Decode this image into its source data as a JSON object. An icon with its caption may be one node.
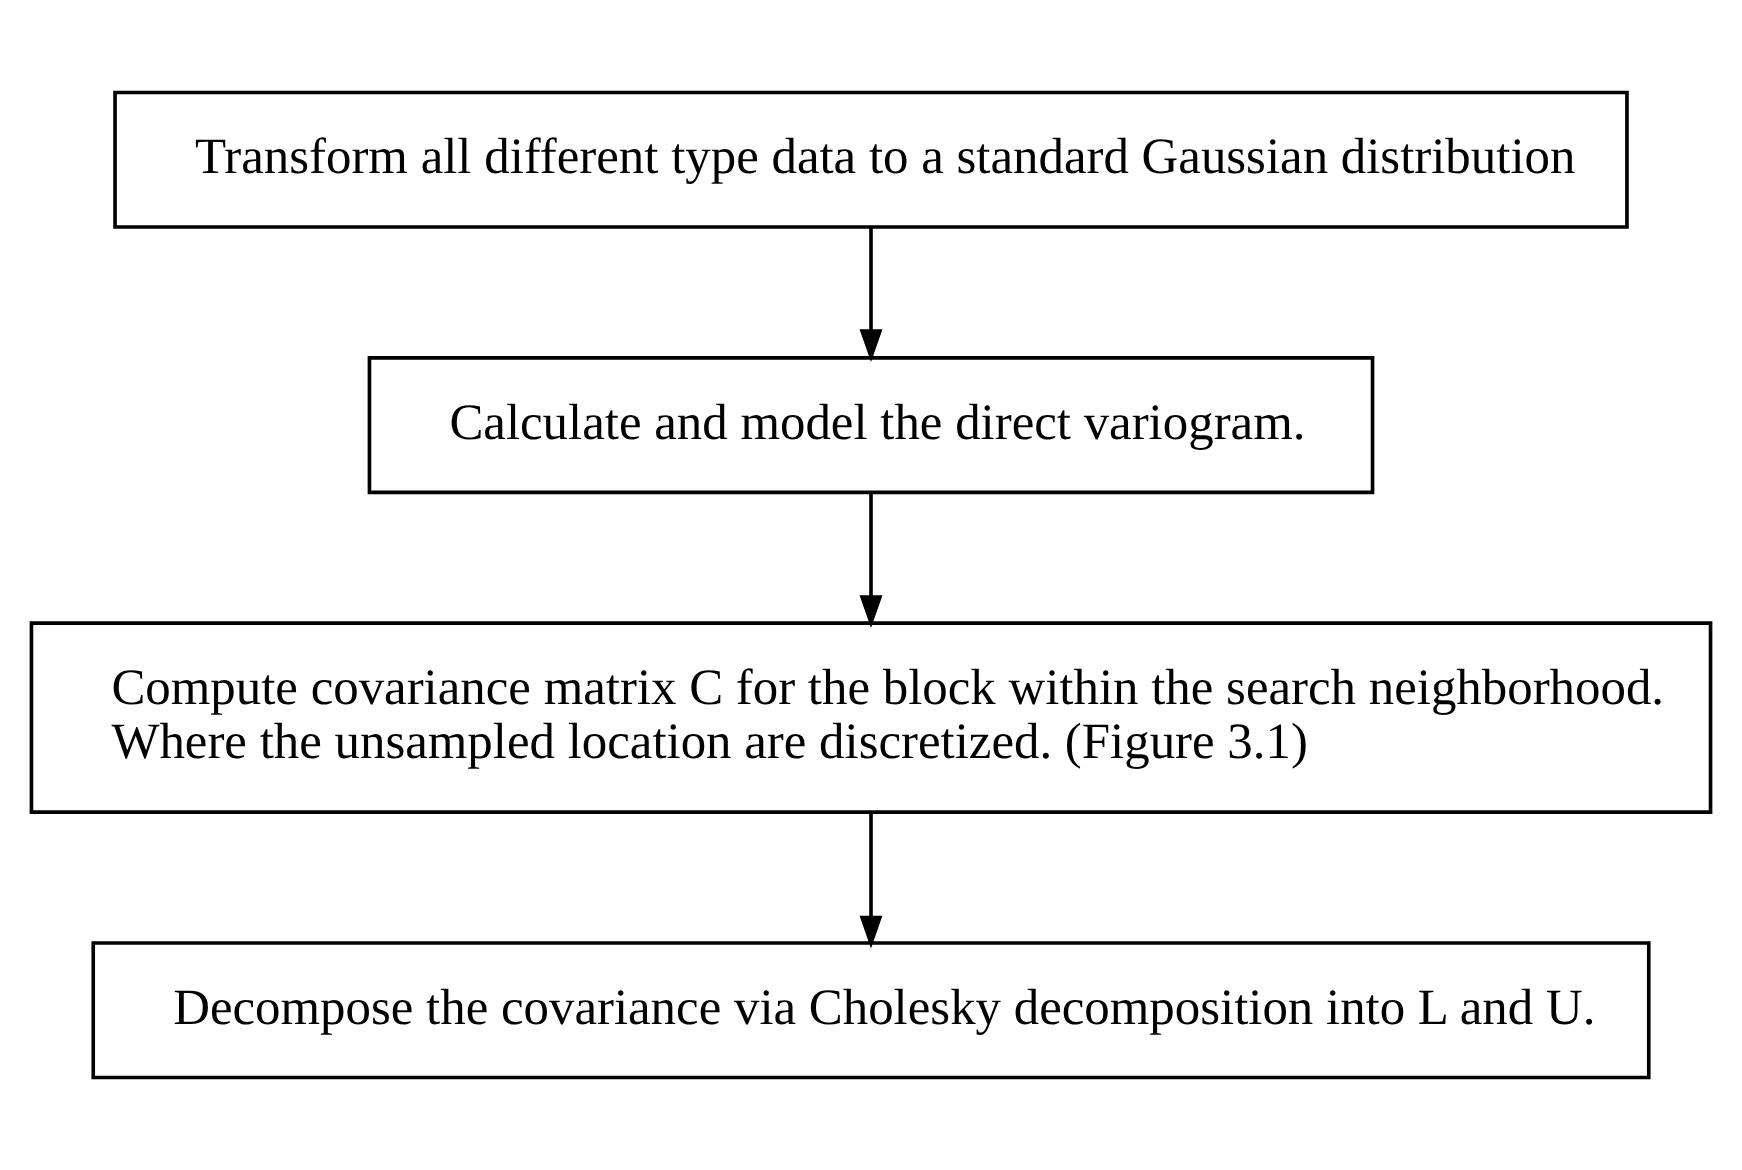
{
  "diagram": {
    "nodes": [
      {
        "text": [
          "Transform all different type data to a standard Gaussian distribution"
        ]
      },
      {
        "text": [
          "Calculate and model the direct variogram."
        ]
      },
      {
        "text": [
          "Compute covariance matrix C for the block within the search neighborhood. Where the unsampled location are discretized. (Figure 3.1)"
        ]
      },
      {
        "text": [
          "Decompose the covariance via Cholesky decomposition into L and U."
        ]
      }
    ],
    "edges": [
      {
        "from": 0,
        "to": 1,
        "arrow": "to"
      },
      {
        "from": 1,
        "to": 2,
        "arrow": "to"
      },
      {
        "from": 2,
        "to": 3,
        "arrow": "to"
      }
    ]
  }
}
